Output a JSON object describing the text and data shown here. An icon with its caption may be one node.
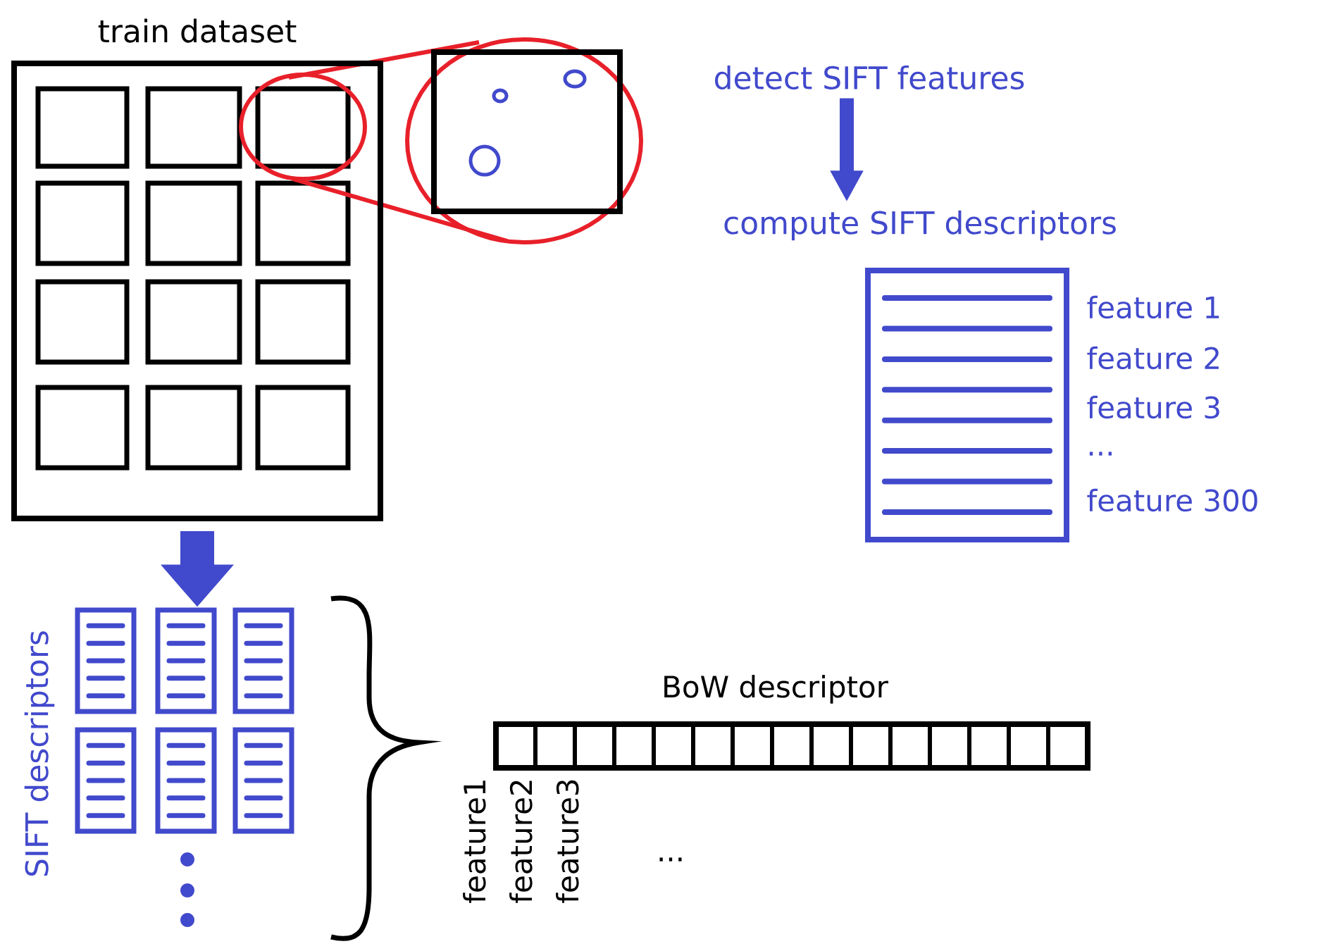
{
  "diagram": {
    "nodes": [
      {
        "text": [
          "train dataset"
        ]
      },
      {
        "text": [
          "detect SIFT features"
        ]
      },
      {
        "text": [
          "compute SIFT descriptors"
        ]
      },
      {
        "text": [],
        "shape": "document",
        "beside": [
          "feature 1",
          "feature 2",
          "feature 3",
          "...",
          "feature 300"
        ]
      },
      {
        "text": [],
        "shape": "document",
        "beside": [
          "SIFT descriptors"
        ]
      },
      {
        "text": [
          "BoW descriptor"
        ]
      }
    ],
    "edges": [
      {
        "from": 0,
        "to": 4,
        "arrow": "to",
        "style": "thick"
      },
      {
        "from": 1,
        "to": 2,
        "arrow": "to"
      }
    ],
    "labels": [
      "feature1",
      "feature2",
      "feature3",
      "..."
    ]
  }
}
